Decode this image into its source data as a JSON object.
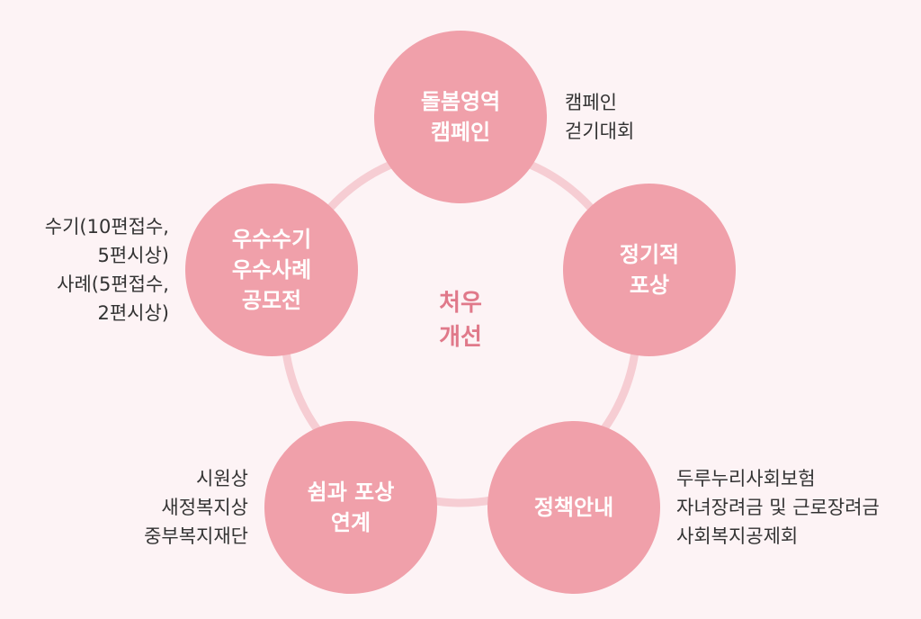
{
  "diagram": {
    "colors": {
      "background": "#fdf3f5",
      "node_fill": "#f0a0aa",
      "ring": "#f6cdd3",
      "center_text": "#e0798a",
      "note_text": "#333333"
    },
    "center": {
      "lines": [
        "처우",
        "개선"
      ]
    },
    "nodes": [
      {
        "id": "care-campaign",
        "lines": [
          "돌봄영역",
          "캠페인"
        ],
        "notes": [
          "캠페인",
          "걷기대회"
        ]
      },
      {
        "id": "regular-award",
        "lines": [
          "정기적",
          "포상"
        ],
        "notes": []
      },
      {
        "id": "policy-guide",
        "lines": [
          "정책안내"
        ],
        "notes": [
          "두루누리사회보험",
          "자녀장려금 및 근로장려금",
          "사회복지공제회"
        ]
      },
      {
        "id": "rest-award-link",
        "lines": [
          "쉼과 포상",
          "연계"
        ],
        "notes": [
          "시원상",
          "새정복지상",
          "중부복지재단"
        ]
      },
      {
        "id": "essay-case-contest",
        "lines": [
          "우수수기",
          "우수사례",
          "공모전"
        ],
        "notes": [
          "수기(10편접수,",
          "5편시상)",
          "사례(5편접수,",
          "2편시상)"
        ]
      }
    ]
  }
}
